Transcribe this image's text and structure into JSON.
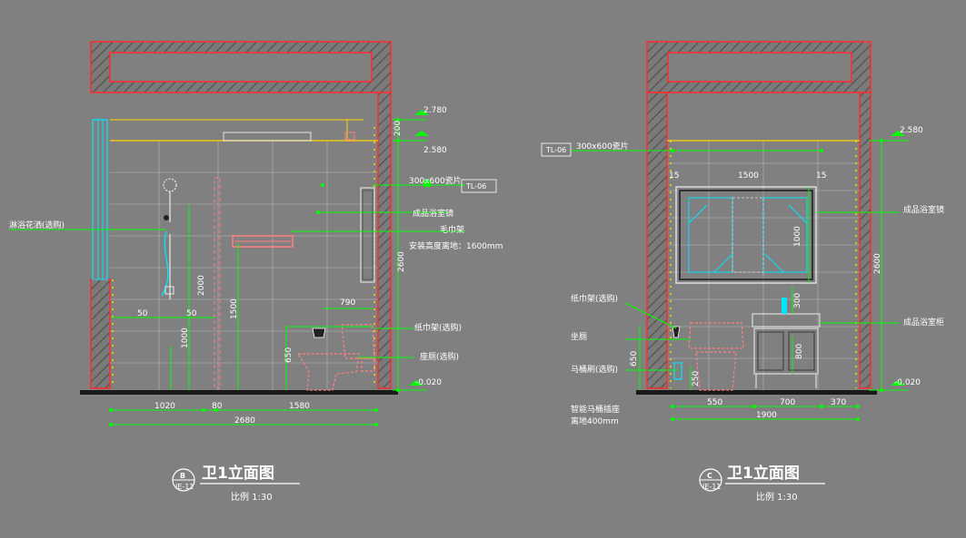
{
  "left": {
    "title": "卫1立面图",
    "scale": "比例 1:30",
    "badge_letter": "B",
    "badge_sheet": "IE-11",
    "levels": [
      "2.780",
      "2.580",
      "-0.020"
    ],
    "labels": {
      "tile": "300x600瓷片",
      "tile_code": "TL-06",
      "mirror": "成品浴室镜",
      "towel": "毛巾架",
      "towel_note": "安装高度离地：1600mm",
      "shower": "淋浴花洒(选购)",
      "paper": "纸巾架(选购)",
      "toilet": "座厕(选购)"
    },
    "dims": {
      "h200": "200",
      "h2600": "2600",
      "h2000": "2000",
      "h1000": "1000",
      "h1500": "1500",
      "h650": "650",
      "w790": "790",
      "w50a": "50",
      "w50b": "50",
      "w1020": "1020",
      "w80": "80",
      "w1580": "1580",
      "w2680": "2680"
    }
  },
  "right": {
    "title": "卫1立面图",
    "scale": "比例 1:30",
    "badge_letter": "C",
    "badge_sheet": "IE-11",
    "levels": [
      "2.580",
      "-0.020"
    ],
    "labels": {
      "tile": "300x600瓷片",
      "tile_code": "TL-06",
      "mirror_cab": "成品浴室镜",
      "vanity": "成品浴室柜",
      "paper": "纸巾架(选购)",
      "toilet": "坐厕",
      "brush": "马桶刷(选购)",
      "smart1": "智能马桶插座",
      "smart2": "离地400mm"
    },
    "dims": {
      "w15a": "15",
      "w1500": "1500",
      "w15b": "15",
      "h1000": "1000",
      "h300": "300",
      "h800": "800",
      "h2600": "2600",
      "h650": "650",
      "h250": "250",
      "w550": "550",
      "w700": "700",
      "w370": "370",
      "w1900": "1900"
    }
  },
  "colors": {
    "background": "#808080",
    "wall": "#ff2a2a",
    "dimension": "#00ff00",
    "fixture": "#ff8080",
    "tile_line": "#ffd700",
    "glass": "#00e5ff",
    "text": "#ffffff",
    "floor": "#1a1a1a"
  }
}
